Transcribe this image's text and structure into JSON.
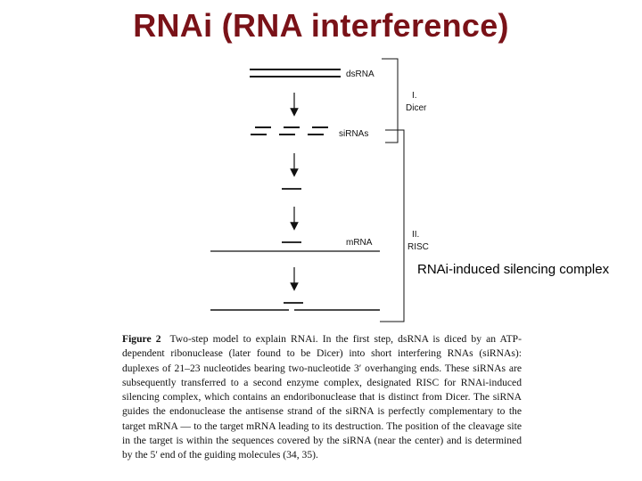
{
  "title": "RNAi (RNA interference)",
  "diagram": {
    "labels": {
      "dsrna": "dsRNA",
      "sirnas": "siRNAs",
      "mrna": "mRNA",
      "step1_num": "I.",
      "step1_name": "Dicer",
      "step2_num": "II.",
      "step2_name": "RISC"
    }
  },
  "annotation": "RNAi-induced silencing complex",
  "caption": {
    "figure_label": "Figure 2",
    "text": "Two-step model to explain RNAi. In the first step, dsRNA is diced by an ATP-dependent ribonuclease (later found to be Dicer) into short interfering RNAs (siRNAs): duplexes of 21–23 nucleotides bearing two-nucleotide 3′ overhanging ends. These siRNAs are subsequently transferred to a second enzyme complex, designated RISC for RNAi-induced silencing complex, which contains an endoribonuclease that is distinct from Dicer. The siRNA guides the endonuclease the antisense strand of the siRNA is perfectly complementary to the target mRNA — to the target mRNA leading to its destruction. The position of the cleavage site in the target is within the sequences covered by the siRNA (near the center) and is determined by the 5′ end of the guiding molecules (34, 35)."
  }
}
